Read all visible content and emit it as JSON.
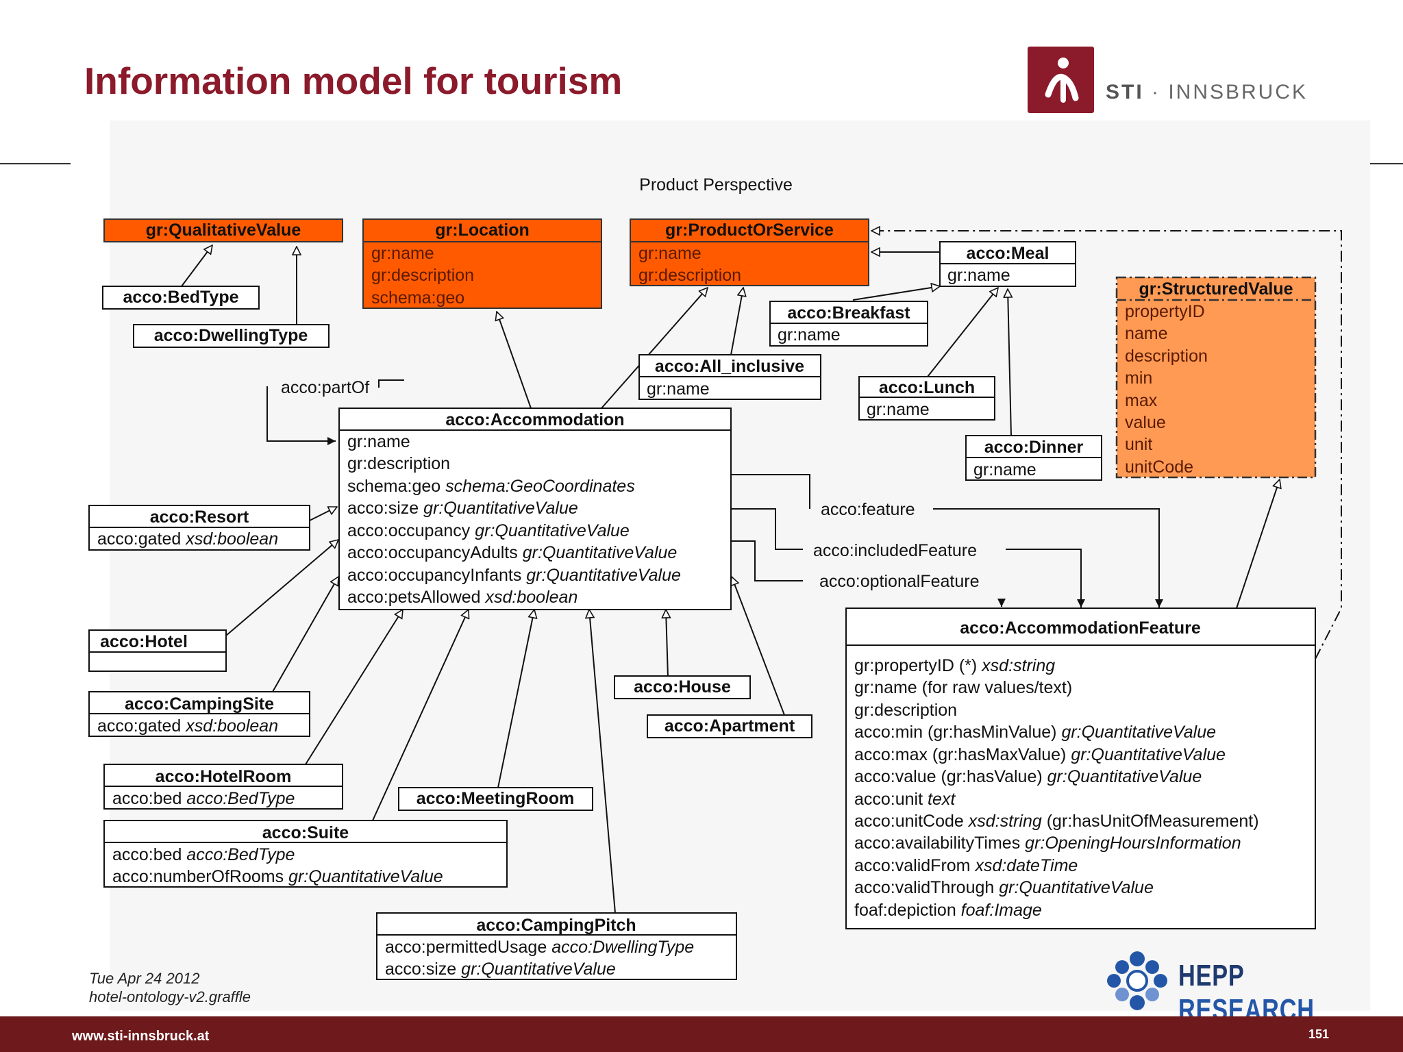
{
  "slide": {
    "title": "Information model for tourism",
    "logo_text_bold": "STI",
    "logo_text_rest": " · INNSBRUCK",
    "page_number": "151",
    "footer_url": "www.sti-innsbruck.at"
  },
  "diagram": {
    "perspective": "Product Perspective",
    "classes": {
      "qualitative_value": {
        "title": "gr:QualitativeValue",
        "attrs": []
      },
      "location": {
        "title": "gr:Location",
        "attrs": [
          "gr:name",
          "gr:description",
          "schema:geo"
        ]
      },
      "product_or_service": {
        "title": "gr:ProductOrService",
        "attrs": [
          "gr:name",
          "gr:description"
        ]
      },
      "meal": {
        "title": "acco:Meal",
        "attrs": [
          "gr:name"
        ]
      },
      "structured_value": {
        "title": "gr:StructuredValue",
        "attrs": [
          "propertyID",
          "name",
          "description",
          "min",
          "max",
          "value",
          "unit",
          "unitCode"
        ]
      },
      "bed_type": {
        "title": "acco:BedType"
      },
      "dwelling_type": {
        "title": "acco:DwellingType"
      },
      "breakfast": {
        "title": "acco:Breakfast",
        "attrs": [
          "gr:name"
        ]
      },
      "all_inclusive": {
        "title": "acco:All_inclusive",
        "attrs": [
          "gr:name"
        ]
      },
      "lunch": {
        "title": "acco:Lunch",
        "attrs": [
          "gr:name"
        ]
      },
      "dinner": {
        "title": "acco:Dinner",
        "attrs": [
          "gr:name"
        ]
      },
      "accommodation": {
        "title": "acco:Accommodation",
        "attrs": [
          {
            "name": "gr:name",
            "type": ""
          },
          {
            "name": "gr:description",
            "type": ""
          },
          {
            "name": "schema:geo",
            "type": "schema:GeoCoordinates"
          },
          {
            "name": "acco:size",
            "type": "gr:QuantitativeValue"
          },
          {
            "name": "acco:occupancy",
            "type": "gr:QuantitativeValue"
          },
          {
            "name": "acco:occupancyAdults",
            "type": "gr:QuantitativeValue"
          },
          {
            "name": "acco:occupancyInfants",
            "type": "gr:QuantitativeValue"
          },
          {
            "name": "acco:petsAllowed",
            "type": "xsd:boolean"
          }
        ]
      },
      "resort": {
        "title": "acco:Resort",
        "attrs": [
          {
            "name": "acco:gated",
            "type": "xsd:boolean"
          }
        ]
      },
      "hotel": {
        "title": "acco:Hotel"
      },
      "camping_site": {
        "title": "acco:CampingSite",
        "attrs": [
          {
            "name": "acco:gated",
            "type": "xsd:boolean"
          }
        ]
      },
      "hotel_room": {
        "title": "acco:HotelRoom",
        "attrs": [
          {
            "name": "acco:bed",
            "type": "acco:BedType"
          }
        ]
      },
      "suite": {
        "title": "acco:Suite",
        "attrs": [
          {
            "name": "acco:bed",
            "type": "acco:BedType"
          },
          {
            "name": "acco:numberOfRooms",
            "type": "gr:QuantitativeValue"
          }
        ]
      },
      "meeting_room": {
        "title": "acco:MeetingRoom"
      },
      "house": {
        "title": "acco:House"
      },
      "apartment": {
        "title": "acco:Apartment"
      },
      "camping_pitch": {
        "title": "acco:CampingPitch",
        "attrs": [
          {
            "name": "acco:permittedUsage",
            "type": "acco:DwellingType"
          },
          {
            "name": "acco:size",
            "type": "gr:QuantitativeValue"
          }
        ]
      },
      "accommodation_feature": {
        "title": "acco:AccommodationFeature",
        "attrs": [
          {
            "name": "gr:propertyID (*)",
            "type": "xsd:string",
            "suffix": ""
          },
          {
            "name": "gr:name (for raw values/text)",
            "type": "",
            "suffix": ""
          },
          {
            "name": "gr:description",
            "type": "",
            "suffix": ""
          },
          {
            "name": "acco:min (gr:hasMinValue)",
            "type": "gr:QuantitativeValue",
            "suffix": ""
          },
          {
            "name": "acco:max (gr:hasMaxValue)",
            "type": "gr:QuantitativeValue",
            "suffix": ""
          },
          {
            "name": "acco:value (gr:hasValue)",
            "type": "gr:QuantitativeValue",
            "suffix": ""
          },
          {
            "name": "acco:unit",
            "type": "text",
            "suffix": ""
          },
          {
            "name": "acco:unitCode",
            "type": "xsd:string",
            "suffix": " (gr:hasUnitOfMeasurement)"
          },
          {
            "name": "acco:availabilityTimes",
            "type": "gr:OpeningHoursInformation",
            "suffix": ""
          },
          {
            "name": "acco:validFrom",
            "type": "xsd:dateTime",
            "suffix": ""
          },
          {
            "name": "acco:validThrough",
            "type": "gr:QuantitativeValue",
            "suffix": ""
          },
          {
            "name": "foaf:depiction",
            "type": "foaf:Image",
            "suffix": ""
          }
        ]
      }
    },
    "relations": {
      "part_of": "acco:partOf",
      "feature": "acco:feature",
      "included_feature": "acco:includedFeature",
      "optional_feature": "acco:optionalFeature"
    },
    "footnote_date": "Tue Apr 24 2012",
    "footnote_file": "hotel-ontology-v2.graffle"
  },
  "branding": {
    "hepp_left": "HEPP ",
    "hepp_right": "RESEARCH"
  },
  "colors": {
    "brand": "#8b1a2b",
    "orange_fill": "#ff5a00",
    "light_orange_fill": "#ff9a55",
    "footer_bar": "#6e1a1c"
  }
}
